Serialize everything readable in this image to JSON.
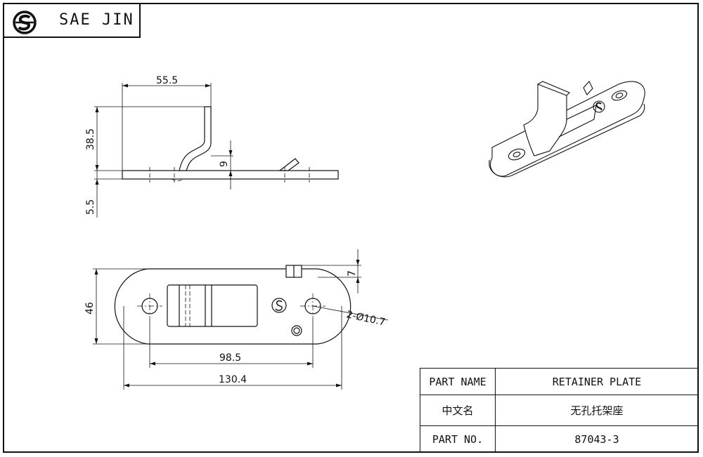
{
  "brand": {
    "name": "SAE JIN",
    "logo_icon": "sae-jin-logo-icon"
  },
  "dimensions": {
    "side_view": {
      "width": "55.5",
      "height": "38.5",
      "thickness": "5.5",
      "offset": "9"
    },
    "top_view": {
      "height": "46",
      "tab": "7",
      "hole_spacing": "98.5",
      "overall_length": "130.4",
      "holes": "2-Ø10.7"
    }
  },
  "title_block": {
    "part_name_label": "PART NAME",
    "part_name_value": "RETAINER PLATE",
    "chinese_name_label": "中文名",
    "chinese_name_value": "无孔托架座",
    "part_no_label": "PART NO.",
    "part_no_value": "87043-3"
  }
}
